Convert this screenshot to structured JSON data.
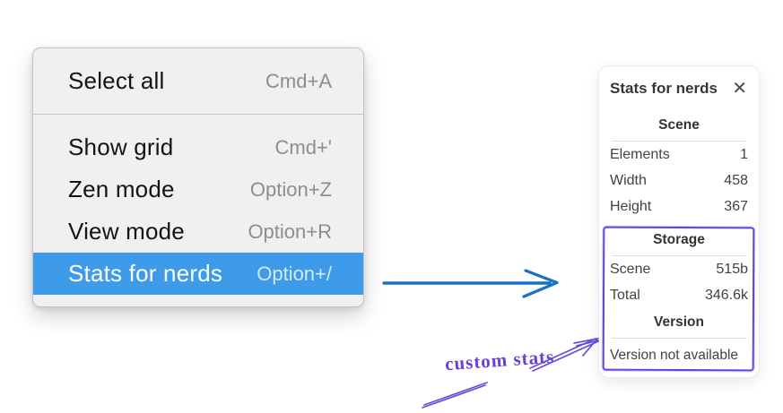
{
  "context_menu": {
    "sections": [
      {
        "items": [
          {
            "label": "Select all",
            "shortcut": "Cmd+A",
            "highlighted": false
          }
        ]
      },
      {
        "items": [
          {
            "label": "Show grid",
            "shortcut": "Cmd+'",
            "highlighted": false
          },
          {
            "label": "Zen mode",
            "shortcut": "Option+Z",
            "highlighted": false
          },
          {
            "label": "View mode",
            "shortcut": "Option+R",
            "highlighted": false
          },
          {
            "label": "Stats for nerds",
            "shortcut": "Option+/",
            "highlighted": true
          }
        ]
      }
    ]
  },
  "stats_panel": {
    "title": "Stats for nerds",
    "close_icon": "✕",
    "sections": [
      {
        "heading": "Scene",
        "rows": [
          [
            "Elements",
            "1"
          ],
          [
            "Width",
            "458"
          ],
          [
            "Height",
            "367"
          ]
        ]
      },
      {
        "heading": "Storage",
        "rows": [
          [
            "Scene",
            "515b"
          ],
          [
            "Total",
            "346.6k"
          ]
        ]
      },
      {
        "heading": "Version",
        "rows": [],
        "note": "Version not available"
      }
    ]
  },
  "annotation": {
    "label": "custom stats"
  },
  "colors": {
    "menu_highlight": "#3d9be9",
    "arrow_blue": "#1971c2",
    "annotation_purple": "#6741d9",
    "menu_background": "#f0f0f1",
    "panel_background": "#ffffff"
  }
}
